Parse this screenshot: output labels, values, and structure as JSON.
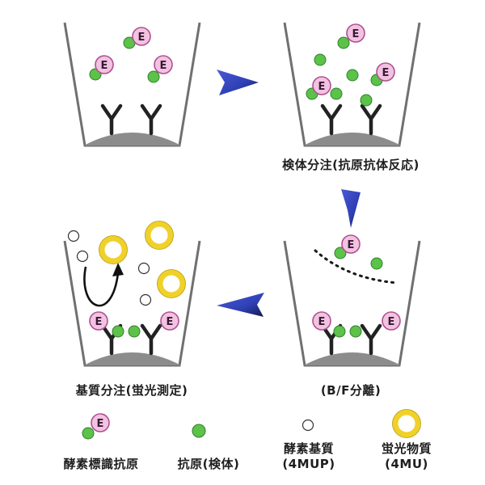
{
  "colors": {
    "cup_stroke": "#707070",
    "solid_phase": "#8c8c8c",
    "antibody": "#222222",
    "enzyme_fill": "#f2c3e1",
    "enzyme_stroke": "#b04f92",
    "enzyme_text": "#3a1836",
    "antigen_fill": "#5cc24a",
    "antigen_stroke": "#2f7f2c",
    "product_ring": "#f0d12a",
    "product_stroke": "#b79a10",
    "arrow_blue": "#2f3fb4",
    "arrow_dark": "#161a40"
  },
  "enzyme_letter": "E",
  "steps": {
    "step2": "検体分注(抗原抗体反応)",
    "step3": "(B/F分離)",
    "step4": "基質分注(蛍光測定)"
  },
  "legend": {
    "enzyme_label": "酵素標識抗原",
    "antigen_label": "抗原(検体)",
    "substrate_line1": "酵素基質",
    "substrate_line2": "(4MUP)",
    "fluor_line1": "蛍光物質",
    "fluor_line2": "(4MU)"
  }
}
